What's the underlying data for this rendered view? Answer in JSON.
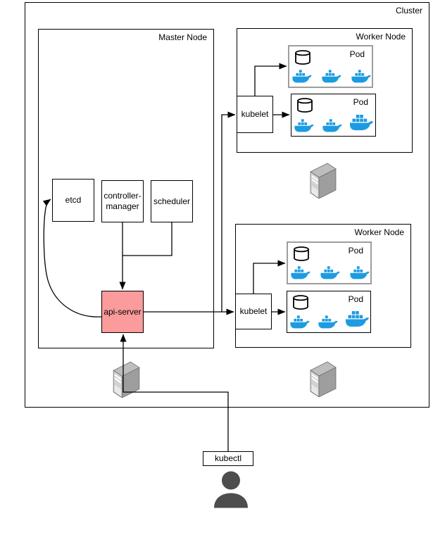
{
  "colors": {
    "api_server_fill": "#FC9B9B",
    "docker_blue": "#1D9BE1",
    "pod_border_gray": "#9E9E9E",
    "line": "#000000",
    "server_front": "#D2D2D2",
    "server_side": "#9E9E9E",
    "server_top": "#BEBEBE",
    "server_outline": "#6E6E6E",
    "person_gray": "#4D4D4D"
  },
  "cluster": {
    "label": "Cluster"
  },
  "master_node": {
    "label": "Master Node",
    "etcd": "etcd",
    "controller_manager": "controller-manager",
    "scheduler": "scheduler",
    "api_server": "api-server"
  },
  "worker_node_1": {
    "label": "Worker Node",
    "kubelet": "kubelet",
    "pods": [
      {
        "label": "Pod"
      },
      {
        "label": "Pod"
      }
    ]
  },
  "worker_node_2": {
    "label": "Worker Node",
    "kubelet": "kubelet",
    "pods": [
      {
        "label": "Pod"
      },
      {
        "label": "Pod"
      }
    ]
  },
  "kubectl_label": "kubectl",
  "icons": {
    "database_icon": "cylinder",
    "docker_icon": "docker-whale",
    "server_icon": "tower-server",
    "user_icon": "person-silhouette"
  }
}
